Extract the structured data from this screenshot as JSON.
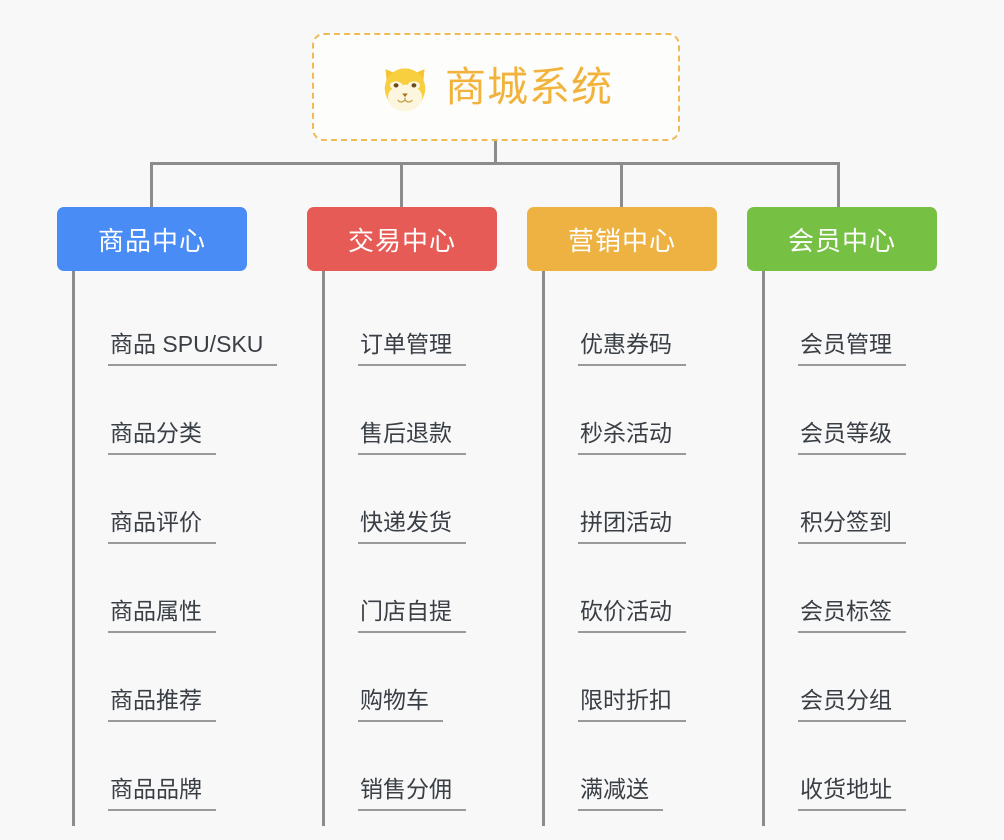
{
  "root": {
    "title": "商城系统",
    "icon": "shiba-dog-icon",
    "border_color": "#f0ba55",
    "text_color": "#f2b33c"
  },
  "canvas": {
    "background": "#f8f8f8",
    "connector_color": "#8c8c8c",
    "leaf_text_color": "#3a3f45",
    "leaf_rule_color": "#9a9a9a"
  },
  "branches": [
    {
      "title": "商品中心",
      "color": "#4a8cf5",
      "items": [
        "商品 SPU/SKU",
        "商品分类",
        "商品评价",
        "商品属性",
        "商品推荐",
        "商品品牌"
      ]
    },
    {
      "title": "交易中心",
      "color": "#e65b56",
      "items": [
        "订单管理",
        "售后退款",
        "快递发货",
        "门店自提",
        "购物车",
        "销售分佣"
      ]
    },
    {
      "title": "营销中心",
      "color": "#eeb243",
      "items": [
        "优惠券码",
        "秒杀活动",
        "拼团活动",
        "砍价活动",
        "限时折扣",
        "满减送"
      ]
    },
    {
      "title": "会员中心",
      "color": "#76c044",
      "items": [
        "会员管理",
        "会员等级",
        "积分签到",
        "会员标签",
        "会员分组",
        "收货地址"
      ]
    }
  ]
}
